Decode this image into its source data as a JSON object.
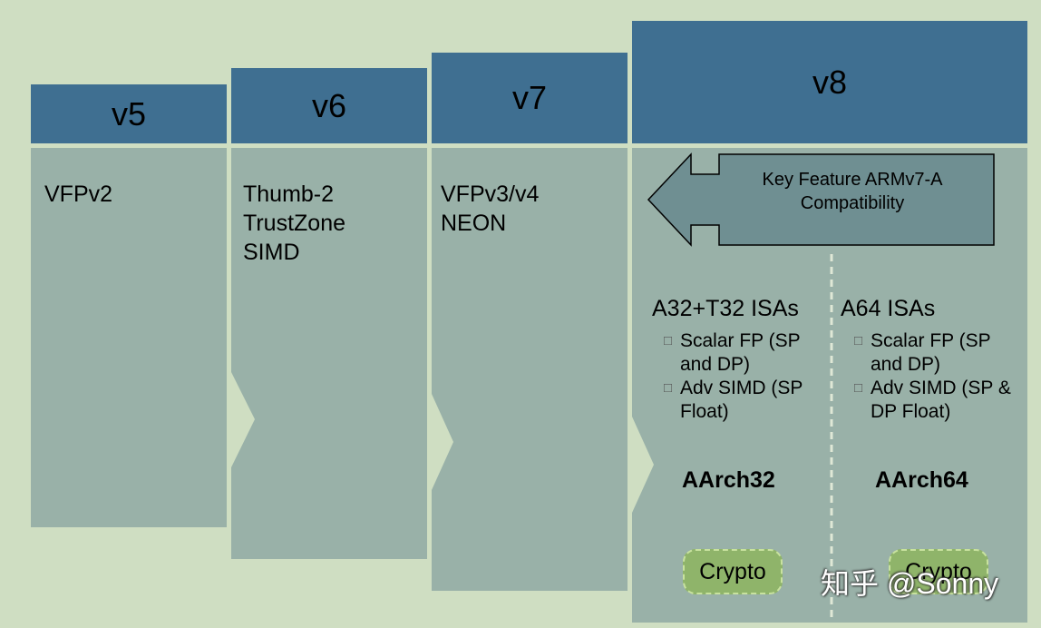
{
  "columns": [
    {
      "version": "v5",
      "features": [
        "VFPv2"
      ]
    },
    {
      "version": "v6",
      "features": [
        "Thumb-2",
        "TrustZone",
        "SIMD"
      ]
    },
    {
      "version": "v7",
      "features": [
        "VFPv3/v4",
        "NEON"
      ]
    },
    {
      "version": "v8"
    }
  ],
  "v8": {
    "key_feature_line1": "Key Feature ARMv7-A",
    "key_feature_line2": "Compatibility",
    "left": {
      "isa_title": "A32+T32 ISAs",
      "bullets": [
        [
          "Scalar FP (SP",
          "and DP)"
        ],
        [
          "Adv SIMD (SP",
          "Float)"
        ]
      ],
      "arch": "AArch32",
      "crypto": "Crypto"
    },
    "right": {
      "isa_title": "A64 ISAs",
      "bullets": [
        [
          "Scalar FP (SP",
          "and DP)"
        ],
        [
          "Adv SIMD (SP &",
          "DP Float)"
        ]
      ],
      "arch": "AArch64",
      "crypto": "Crypto"
    },
    "bullet_glyph": "□"
  },
  "watermark": "知乎 @Sonny",
  "colors": {
    "background": "#cfdec2",
    "header": "#3f6f91",
    "body": "#99b1a8",
    "arrow": "#6f8f92",
    "crypto": "#8fb46a"
  }
}
